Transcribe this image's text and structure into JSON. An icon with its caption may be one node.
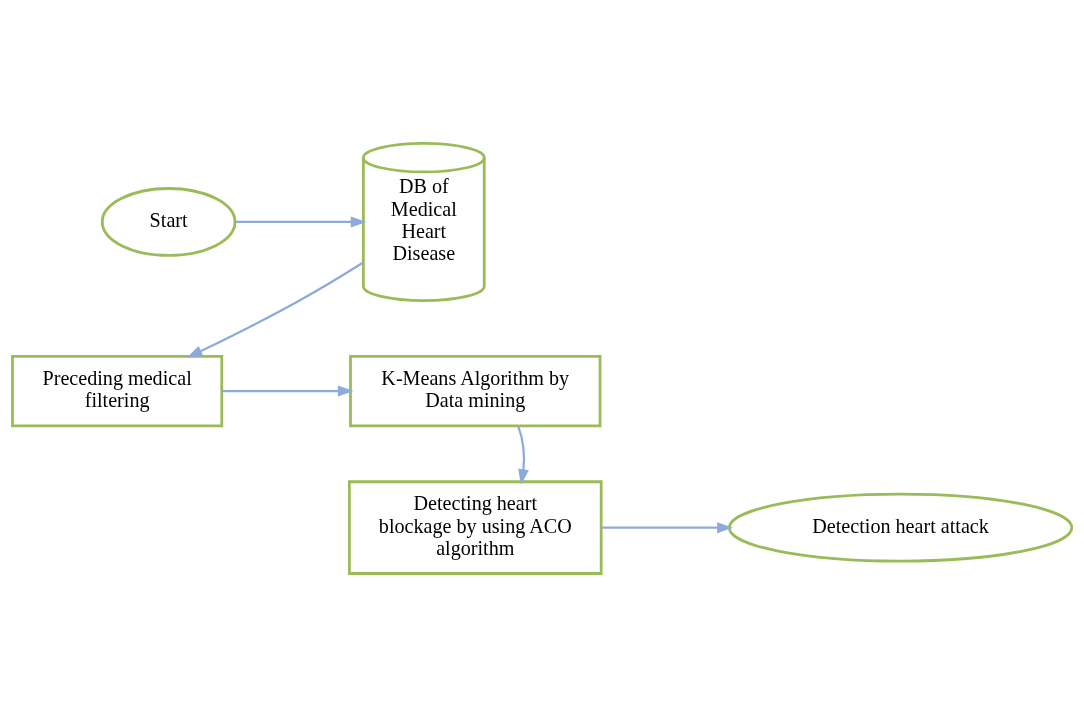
{
  "diagram": {
    "nodes": [
      {
        "text": [
          "Start"
        ]
      },
      {
        "text": [
          "DB of Medical Heart Disease"
        ]
      },
      {
        "text": [
          "K-Means Algorithm by Data mining"
        ]
      },
      {
        "text": [
          "Preceding medical filtering"
        ]
      },
      {
        "text": [
          "Detecting heart blockage by using ACO algorithm"
        ]
      },
      {
        "text": [
          "Detection heart attack"
        ]
      }
    ],
    "edges": [
      {
        "from": 0,
        "to": 1,
        "arrow": "to"
      },
      {
        "from": 1,
        "to": 3,
        "arrow": "to"
      },
      {
        "from": 3,
        "to": 2,
        "arrow": "to"
      },
      {
        "from": 2,
        "to": 4,
        "arrow": "to"
      },
      {
        "from": 4,
        "to": 5,
        "arrow": "to"
      }
    ]
  }
}
